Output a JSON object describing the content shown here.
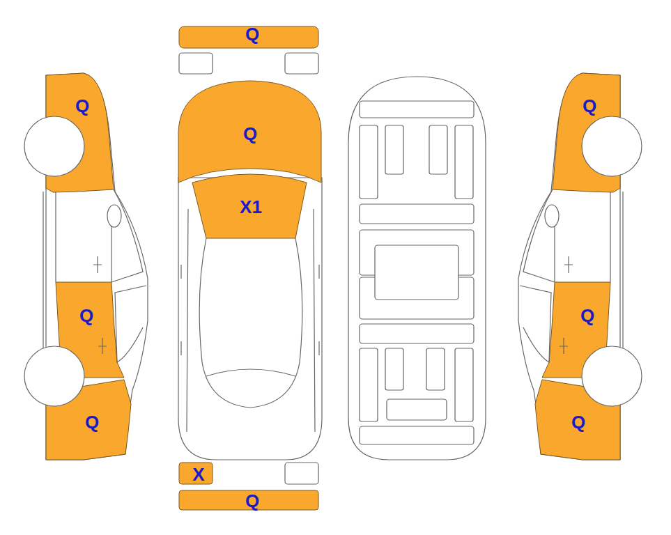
{
  "diagram": {
    "labels": [
      "Q",
      "Q",
      "Q",
      "Q",
      "X1",
      "Q",
      "Q",
      "Q",
      "Q",
      "X",
      "Q"
    ]
  }
}
